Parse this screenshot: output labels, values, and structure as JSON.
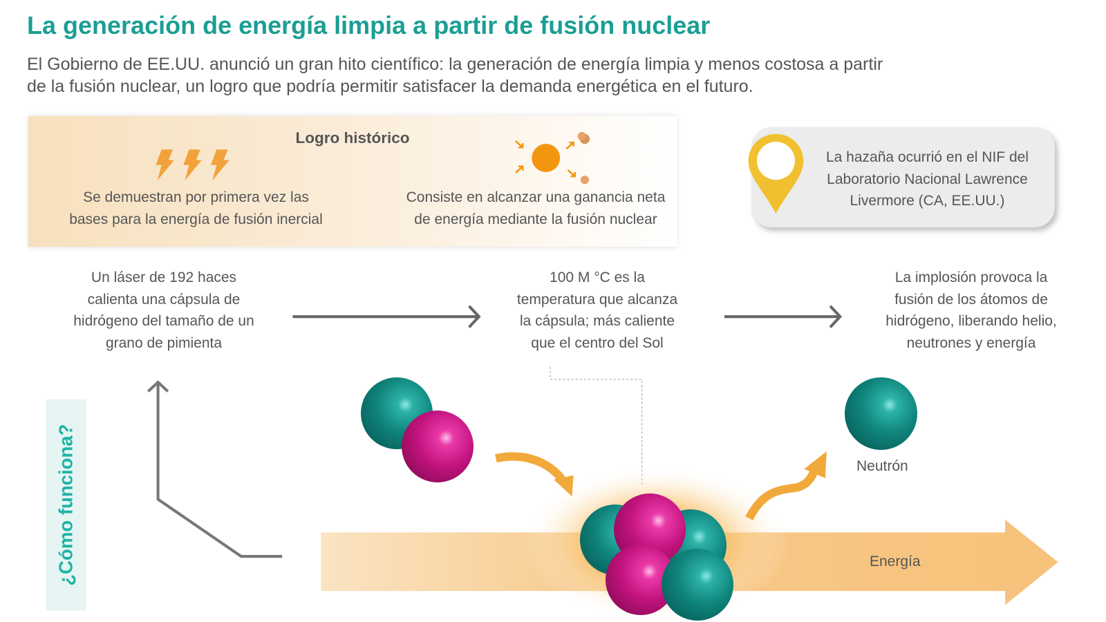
{
  "header": {
    "title": "La generación de energía limpia a partir de fusión nuclear",
    "subtitle_line1": "El Gobierno de EE.UU. anunció un gran hito científico: la generación de energía limpia y menos costosa a partir",
    "subtitle_line2": "de la fusión nuclear, un logro que podría permitir satisfacer la demanda energética en el futuro."
  },
  "banner": {
    "title": "Logro histórico",
    "left_line1": "Se demuestran por primera vez las",
    "left_line2": "bases para la energía de fusión inercial",
    "right_line1": "Consiste en alcanzar una ganancia neta",
    "right_line2": "de energía mediante la fusión nuclear"
  },
  "callout": {
    "line1": "La hazaña ocurrió en el NIF del",
    "line2": "Laboratorio Nacional Lawrence",
    "line3": "Livermore (CA, EE.UU.)"
  },
  "steps": [
    {
      "lines": [
        "Un láser de 192 haces",
        "calienta una cápsula de",
        "hidrógeno del tamaño de un",
        "grano de pimienta"
      ]
    },
    {
      "lines": [
        "100 M °C es la",
        "temperatura que alcanza",
        "la cápsula; más caliente",
        "que el centro del Sol"
      ]
    },
    {
      "lines": [
        "La implosión provoca la",
        "fusión de los átomos de",
        "hidrógeno, liberando helio,",
        "neutrones y energía"
      ]
    }
  ],
  "side_label": "¿Cómo funciona?",
  "labels": {
    "neutron": "Neutrón",
    "energy": "Energía"
  },
  "colors": {
    "accent": "#1b9e94",
    "orange": "#f2a93b",
    "teal": "#0f847b",
    "magenta": "#c2137f",
    "pin": "#f0c030"
  }
}
